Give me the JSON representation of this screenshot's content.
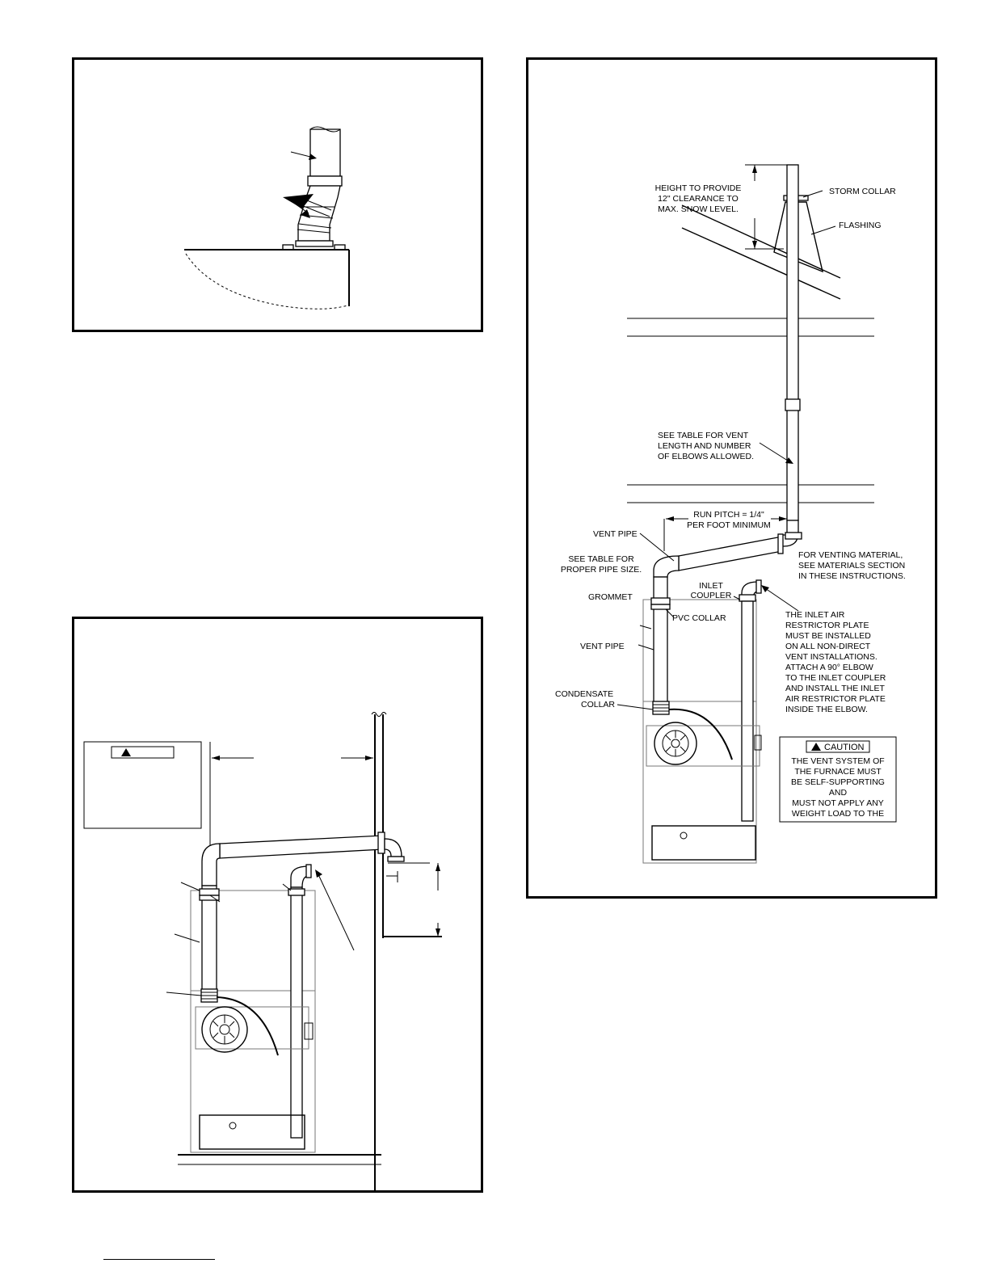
{
  "right_diagram": {
    "labels": {
      "height_note": [
        "HEIGHT TO PROVIDE",
        "12\" CLEARANCE TO",
        "MAX. SNOW LEVEL."
      ],
      "storm_collar": "STORM COLLAR",
      "flashing": "FLASHING",
      "vent_length_note": [
        "SEE TABLE FOR VENT",
        "LENGTH AND NUMBER",
        "OF ELBOWS ALLOWED."
      ],
      "run_pitch": [
        "RUN PITCH = 1/4\"",
        "PER FOOT MINIMUM"
      ],
      "vent_pipe_top": "VENT PIPE",
      "pipe_size_note": [
        "SEE TABLE FOR",
        "PROPER PIPE SIZE."
      ],
      "venting_material_note": [
        "FOR VENTING MATERIAL,",
        "SEE MATERIALS SECTION",
        "IN THESE INSTRUCTIONS."
      ],
      "inlet_coupler": [
        "INLET",
        "COUPLER"
      ],
      "grommet": "GROMMET",
      "pvc_collar": "PVC COLLAR",
      "vent_pipe_mid": "VENT PIPE",
      "restrictor_note": [
        "THE INLET AIR",
        "RESTRICTOR PLATE",
        "MUST BE INSTALLED",
        "ON ALL NON-DIRECT",
        "VENT INSTALLATIONS.",
        "ATTACH A 90° ELBOW",
        "TO THE INLET COUPLER",
        "AND INSTALL THE INLET",
        "AIR RESTRICTOR PLATE",
        "INSIDE THE ELBOW."
      ],
      "condensate_collar": [
        "CONDENSATE",
        "COLLAR"
      ]
    },
    "caution": {
      "title": "CAUTION",
      "lines": [
        "THE VENT SYSTEM OF",
        "THE FURNACE MUST",
        "BE SELF-SUPPORTING",
        "AND",
        "MUST NOT APPLY ANY",
        "WEIGHT LOAD TO THE"
      ]
    }
  }
}
